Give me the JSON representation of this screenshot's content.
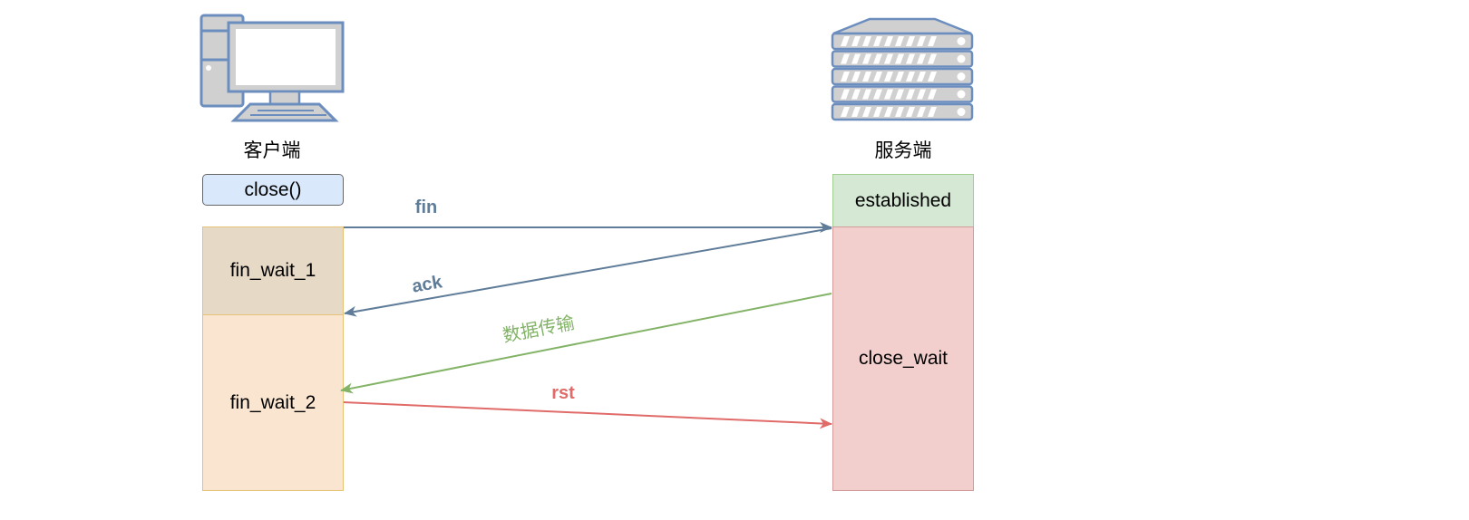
{
  "client": {
    "icon": "desktop-computer-icon",
    "label": "客户端",
    "call": "close()",
    "states": [
      "fin_wait_1",
      "fin_wait_2"
    ]
  },
  "server": {
    "icon": "server-rack-icon",
    "label": "服务端",
    "states": [
      "established",
      "close_wait"
    ]
  },
  "messages": [
    {
      "label": "fin",
      "direction": "client-to-server",
      "color": "#5f7c99"
    },
    {
      "label": "ack",
      "direction": "server-to-client",
      "color": "#5f7c99"
    },
    {
      "label": "数据传输",
      "direction": "server-to-client",
      "color": "#82b366"
    },
    {
      "label": "rst",
      "direction": "client-to-server",
      "color": "#e06b69"
    }
  ],
  "colors": {
    "call_fill": "#dae8fc",
    "fin_wait_1_fill": "#e6d9c6",
    "fin_wait_2_fill": "#fae6d0",
    "client_state_stroke": "#e5c276",
    "established_fill": "#d5e8d4",
    "established_stroke": "#9fce8f",
    "close_wait_fill": "#f2cfcd",
    "close_wait_stroke": "#d09b99",
    "icon_stroke": "#6c8ebf",
    "icon_fill": "#d0d0d0"
  }
}
